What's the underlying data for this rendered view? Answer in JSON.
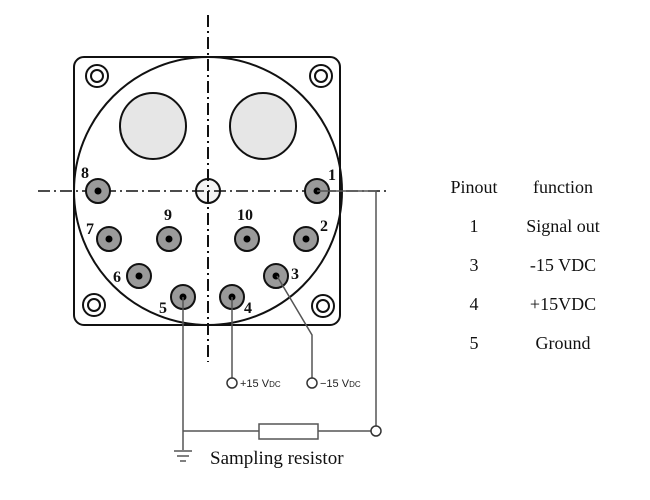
{
  "diagram": {
    "pins": [
      {
        "id": "1",
        "label": "1"
      },
      {
        "id": "2",
        "label": "2"
      },
      {
        "id": "3",
        "label": "3"
      },
      {
        "id": "4",
        "label": "4"
      },
      {
        "id": "5",
        "label": "5"
      },
      {
        "id": "6",
        "label": "6"
      },
      {
        "id": "7",
        "label": "7"
      },
      {
        "id": "8",
        "label": "8"
      },
      {
        "id": "9",
        "label": "9"
      },
      {
        "id": "10",
        "label": "10"
      }
    ],
    "supplies": {
      "positive": {
        "sign": "+15 V",
        "sub": "DC"
      },
      "negative": {
        "sign": "−15 V",
        "sub": "DC"
      }
    },
    "resistor_caption": "Sampling resistor",
    "colors": {
      "pin_fill": "#9a9a9a",
      "window_fill": "#e6e6e6",
      "wire": "#555555",
      "outline": "#111111"
    }
  },
  "pinout_table": {
    "headers": [
      "Pinout",
      "function"
    ],
    "rows": [
      {
        "pin": "1",
        "function": "Signal out"
      },
      {
        "pin": "3",
        "function": "-15 VDC"
      },
      {
        "pin": "4",
        "function": "+15VDC"
      },
      {
        "pin": "5",
        "function": "Ground"
      }
    ]
  }
}
